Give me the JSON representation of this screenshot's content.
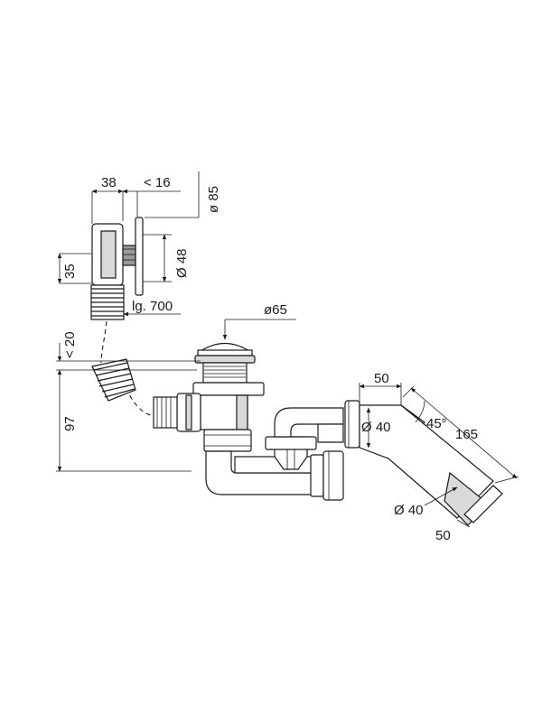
{
  "dimensions": {
    "d38": "38",
    "d16": "< 16",
    "d85": "ø 85",
    "d48": "Ø 48",
    "d35": "35",
    "lg700": "lg. 700",
    "d65": "ø65",
    "d20": "< 20",
    "d97": "97",
    "d50_top": "50",
    "d40_left": "Ø 40",
    "d45": "45°",
    "d165": "165",
    "d40_bottom": "Ø 40",
    "d50_bottom": "50"
  }
}
